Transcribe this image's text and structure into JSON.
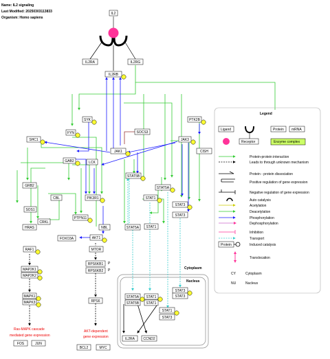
{
  "meta": {
    "name": "Name: IL2 signaling",
    "modified": "Last Modified: 20250303113833",
    "organism": "Organism: Homo sapiens"
  },
  "nodes": {
    "IL2": "IL2",
    "IL2RA": "IL2RA",
    "IL2RG": "IL2RG",
    "IL2RB": "IL2RB",
    "SYK": "SYK",
    "PTK2B": "PTK2B",
    "FYN": "FYN",
    "SOCS3": "SOCS3",
    "SHC1": "SHC1",
    "JAK1": "JAK1",
    "JAK3": "JAK3",
    "CISH": "CISH",
    "GAB2": "GAB2",
    "LCK": "LCK",
    "GRB2": "GRB2",
    "CBL": "CBL",
    "PIK3R1": "PIK3R1",
    "STAT5B_a": "STAT5B",
    "STAT5A_a": "STAT5A",
    "STAT1_a": "STAT1",
    "STAT3_a": "STAT3",
    "STAT3_b": "STAT3",
    "SOS1": "SOS1",
    "PTPN11": "PTPN11",
    "CRKL": "CRKL",
    "HRAS": "HRAS",
    "NBL": "NBL",
    "STAT5A_b": "STAT5A",
    "STAT1_b": "STAT1",
    "FOXO3A": "FOXO3A",
    "AKT1": "AKT1",
    "RAF1": "RAF1",
    "MTOR": "MTOR",
    "MAP2K1": "MAP2K1",
    "MAP2K2": "MAP2K2",
    "RPS6KB1": "RPS6KB1",
    "RPS6KB2": "RPS6KB2",
    "MAPK1": "MAPK1",
    "MAPK3": "MAPK3",
    "RPS6": "RPS6",
    "STAT5A_n": "STAT5A",
    "STAT5B_n": "STAT5B",
    "STAT1_n1": "STAT1",
    "STAT1_n2": "STAT1",
    "STAT3_n1": "STAT3",
    "STAT3_n2": "STAT3",
    "STAT1_n3": "STAT1",
    "STAT3_n3": "STAT3",
    "IL2RA_n": "IL2RA",
    "CCND2": "CCND2",
    "FOS": "FOS",
    "JUN": "JUN",
    "BCL2": "BCL2",
    "MYC": "MYC"
  },
  "notes": {
    "ras_1": "Ras-MAPK cascade",
    "ras_2": "mediated gene expression",
    "akt_1": "AKT-dependent",
    "akt_2": "gene expression",
    "cytoplasm": "Cytoplasm",
    "nucleus": "Nucleus",
    "p1": "P",
    "p2": "P"
  },
  "legend": {
    "title": "Legend",
    "ligand": "Ligand",
    "receptor": "Receptor",
    "protein": "Protein",
    "mrna": "mRNA",
    "enzyme_complex": "Enzyme complex",
    "items": [
      "Protein-protein interaction",
      "Leads to through unknown mechanism",
      "Protein - protein dissociation",
      "Positive regulation of gene expression",
      "Negative regulation of gene expression",
      "Auto catalysis",
      "Acetylation",
      "Deacetylation",
      "Phosphorylation",
      "Dephosphorylation",
      "Inhibition",
      "Transport",
      "Induced catalysis",
      "Translocation"
    ],
    "protein_small": "Protein",
    "cy": "CY",
    "cytoplasm": "Cytoplasm",
    "nu": "NU",
    "nucleus": "Nucleus"
  },
  "colors": {
    "green": "#33cc33",
    "blue": "#1a1aff",
    "cyan": "#33cccc",
    "magenta": "#ff3399",
    "yellow": "#ffff33",
    "enzyme": "#ccff66",
    "red_note": "#ee0000"
  }
}
